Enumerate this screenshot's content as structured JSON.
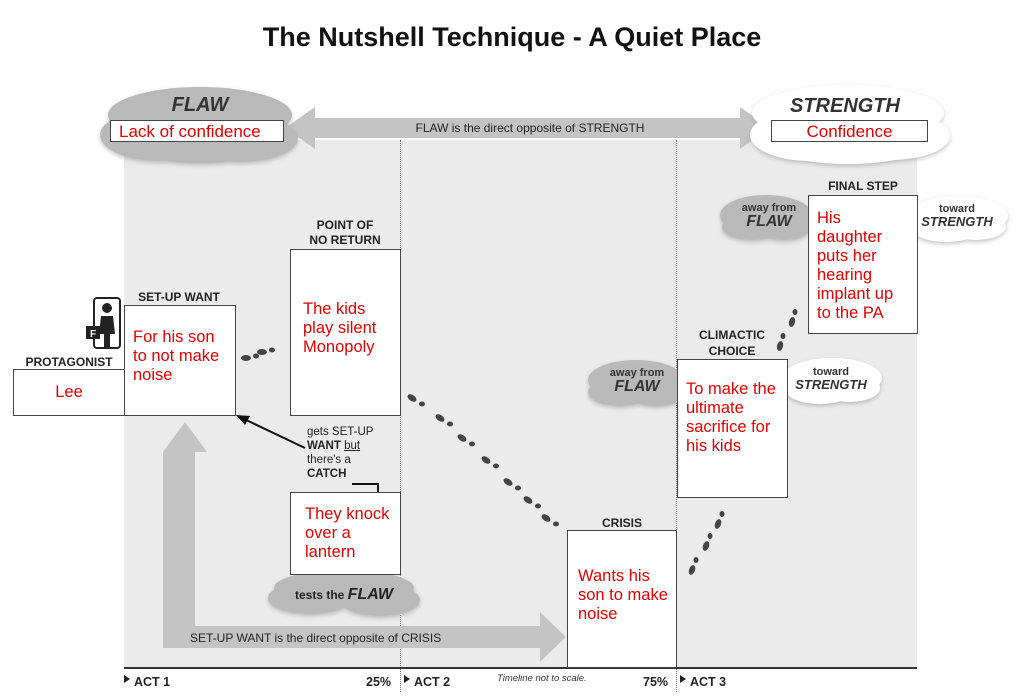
{
  "title": "The Nutshell Technique - A Quiet Place",
  "flaw": {
    "label": "FLAW",
    "value": "Lack of confidence"
  },
  "strength": {
    "label": "STRENGTH",
    "value": "Confidence"
  },
  "top_arrow_text": "FLAW is the direct opposite of STRENGTH",
  "bottom_arrow_text": "SET-UP WANT is the direct opposite of CRISIS",
  "protagonist": {
    "label": "PROTAGONIST",
    "value": "Lee"
  },
  "setup_want": {
    "label": "SET-UP WANT",
    "value": "For his son to not make noise"
  },
  "point_of_no_return": {
    "label_line1": "POINT OF",
    "label_line2": "NO RETURN",
    "value": "The kids play silent Monopoly"
  },
  "catch_note": {
    "line1": "gets SET-UP",
    "line2a": "WANT ",
    "line2b": "but",
    "line3": "there's a",
    "line4": "CATCH"
  },
  "catch_box": {
    "value": "They knock over a lantern"
  },
  "tests_flaw": {
    "prefix": "tests the ",
    "word": "FLAW"
  },
  "crisis": {
    "label": "CRISIS",
    "value": "Wants his son to make noise"
  },
  "climactic_choice": {
    "label_line1": "CLIMACTIC",
    "label_line2": "CHOICE",
    "value": "To make the ultimate sacrifice for his kids"
  },
  "final_step": {
    "label": "FINAL STEP",
    "value": "His daughter puts her hearing implant up to the PA"
  },
  "away_from": "away from",
  "away_word": "FLAW",
  "toward": "toward",
  "toward_word": "STRENGTH",
  "acts": {
    "act1": "ACT 1",
    "act2": "ACT 2",
    "act3": "ACT 3",
    "p25": "25%",
    "p75": "75%",
    "note": "Timeline not to scale."
  },
  "colors": {
    "handwriting": "#e00000",
    "panel": "#ebebeb",
    "arrow": "#c4c4c4"
  }
}
